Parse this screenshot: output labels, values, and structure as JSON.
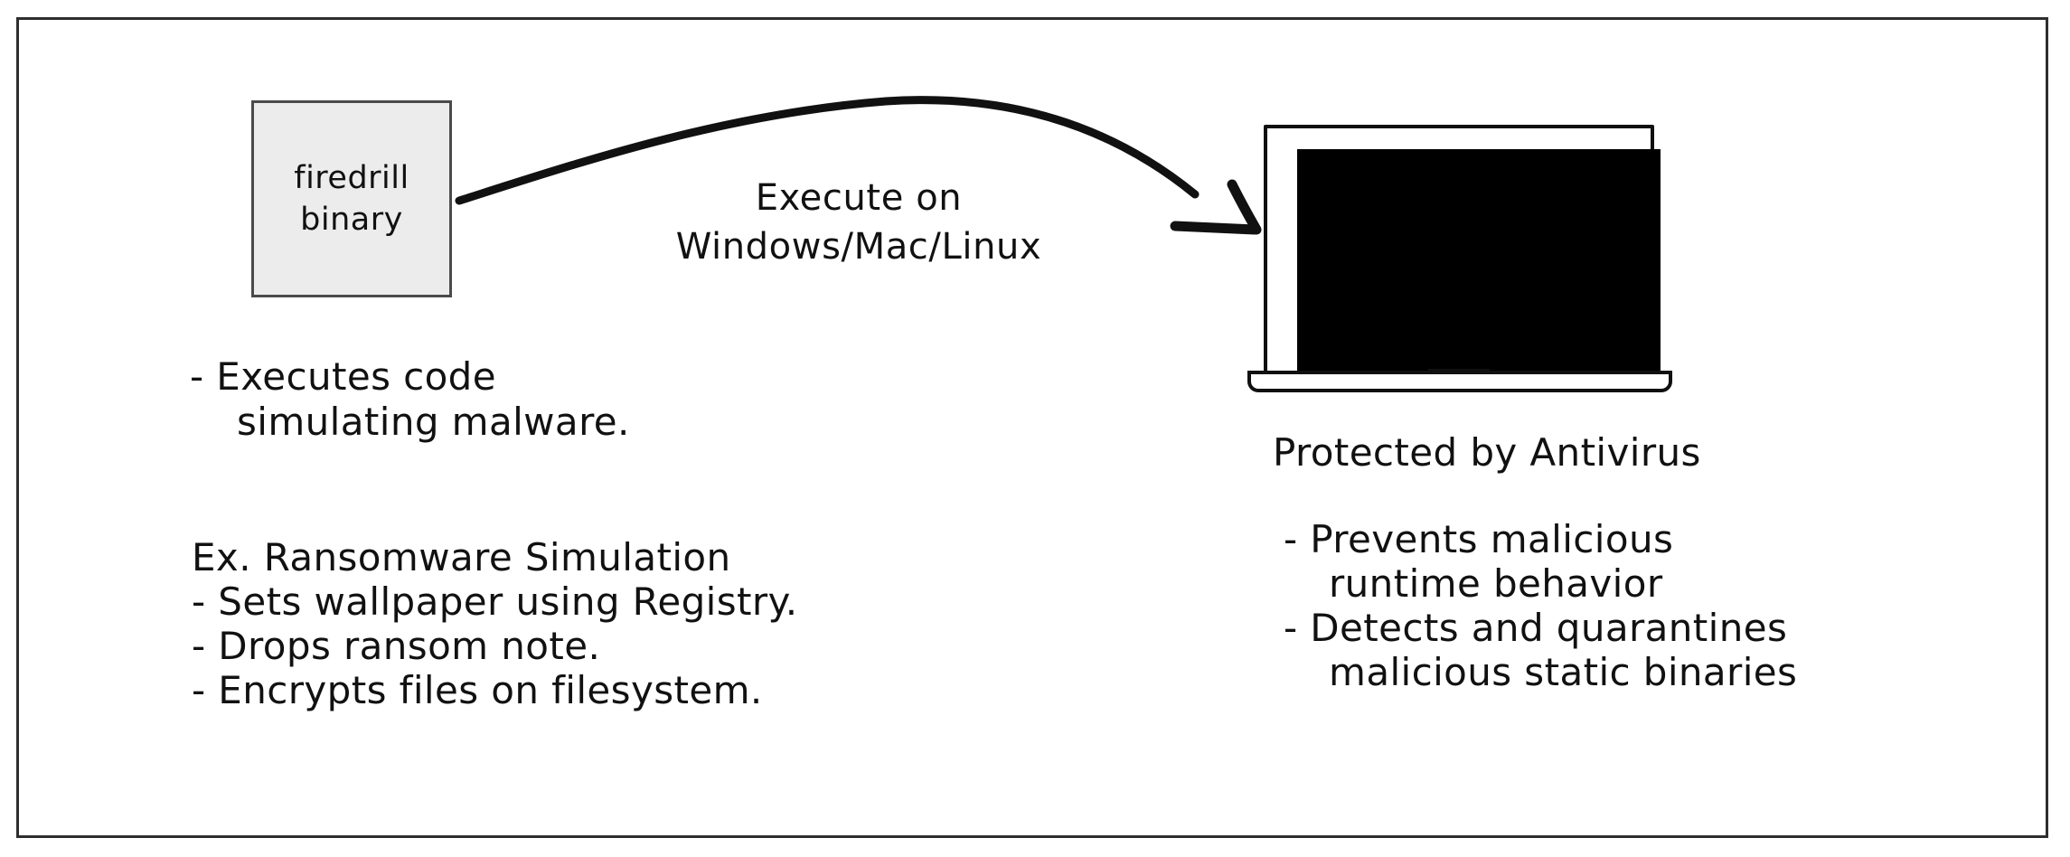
{
  "slide": {
    "border_color": "#2e2e2e",
    "background": "#ffffff"
  },
  "firedrill_box": {
    "fill_color": "#ececec",
    "border_color": "#4a4a4a",
    "line1": "firedrill",
    "line2": "binary"
  },
  "arrow": {
    "name": "execute-arrow",
    "stroke_color": "#111111",
    "label_line1": "Execute on",
    "label_line2": "Windows/Mac/Linux"
  },
  "laptop": {
    "screen_color": "#000000",
    "frame_color": "#101010"
  },
  "left_column": {
    "bullet_1_line_1": "- Executes code",
    "bullet_1_line_2": "simulating malware.",
    "example_heading": "Ex. Ransomware Simulation",
    "example_bullets": [
      "- Sets wallpaper using Registry.",
      "- Drops ransom note.",
      "- Encrypts files on filesystem."
    ]
  },
  "right_column": {
    "heading": "Protected by Antivirus",
    "bullet_1_line_1": "- Prevents malicious",
    "bullet_1_line_2": "runtime behavior",
    "bullet_2_line_1": "- Detects and quarantines",
    "bullet_2_line_2": "malicious static binaries"
  }
}
